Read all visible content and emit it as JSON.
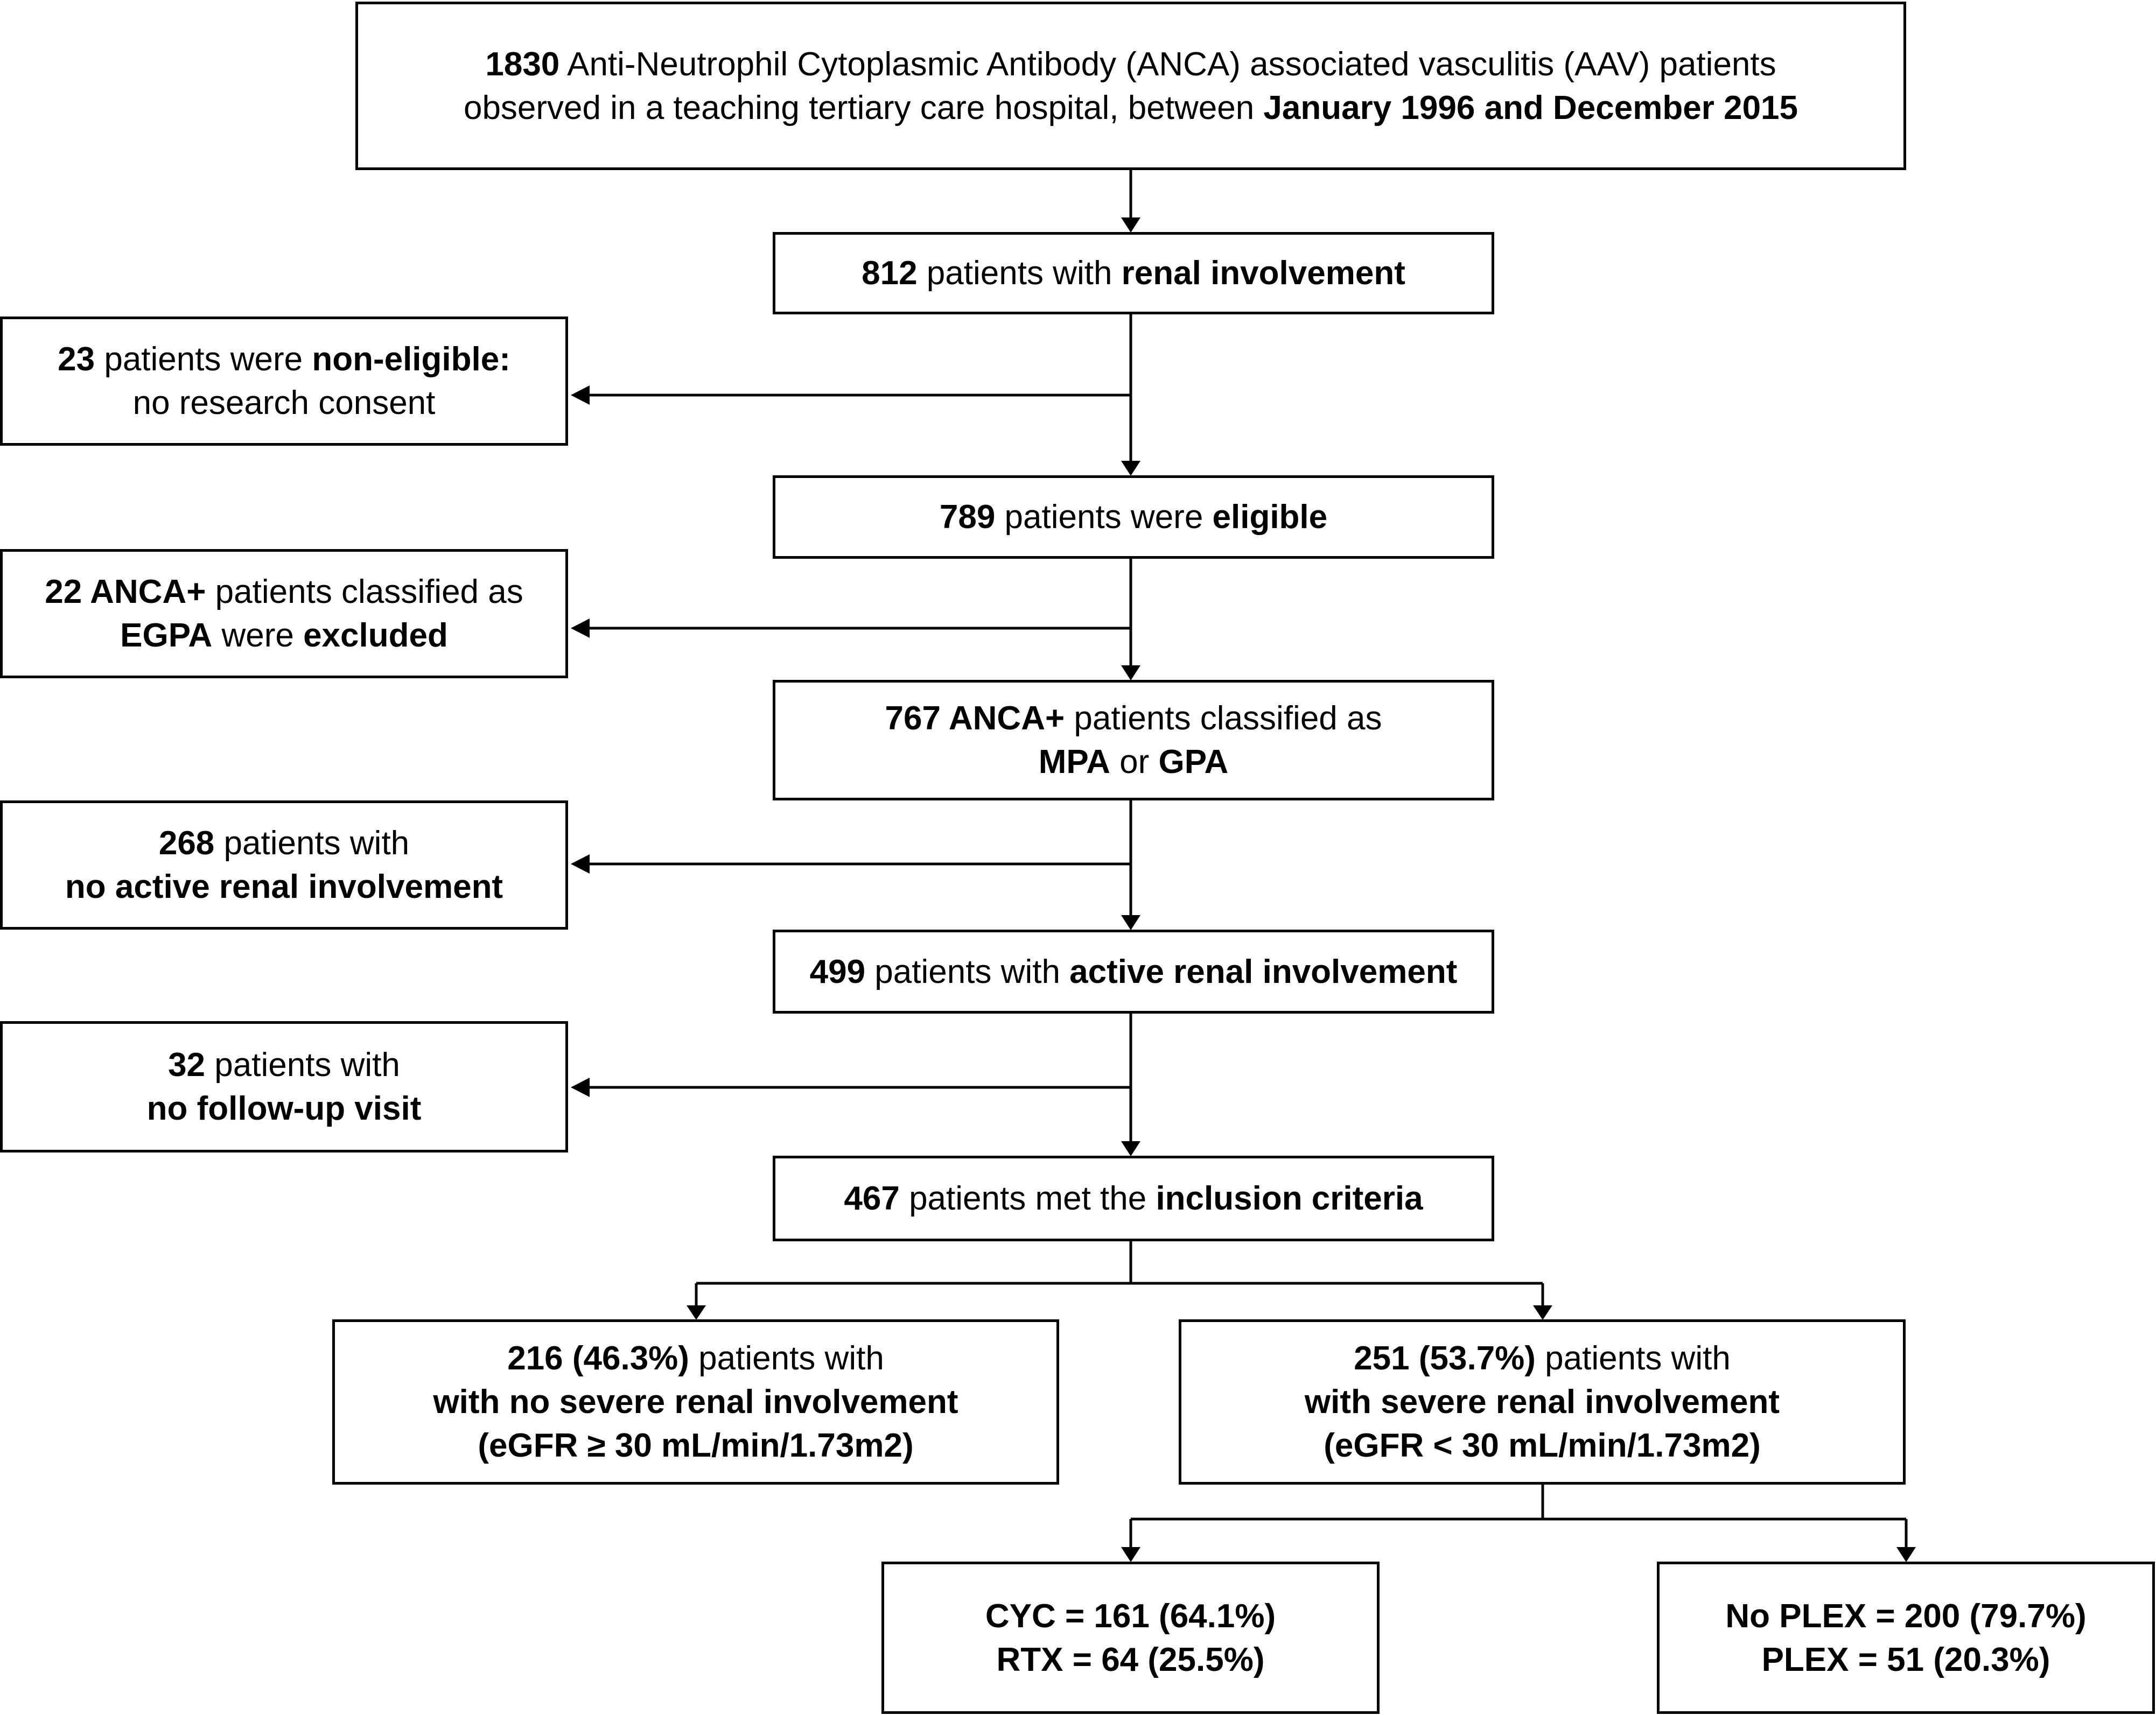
{
  "flowchart": {
    "top": {
      "lines": [
        [
          {
            "text": "1830",
            "bold": true
          },
          {
            "text": " Anti-Neutrophil Cytoplasmic Antibody (ANCA) associated vasculitis (AAV) patients",
            "bold": false
          }
        ],
        [
          {
            "text": "observed in a teaching tertiary care hospital, between ",
            "bold": false
          },
          {
            "text": "January 1996 and December 2015",
            "bold": true
          }
        ]
      ]
    },
    "renal": {
      "lines": [
        [
          {
            "text": "812",
            "bold": true
          },
          {
            "text": " patients with ",
            "bold": false
          },
          {
            "text": "renal involvement",
            "bold": true
          }
        ]
      ]
    },
    "non_eligible": {
      "lines": [
        [
          {
            "text": "23",
            "bold": true
          },
          {
            "text": " patients were ",
            "bold": false
          },
          {
            "text": "non-eligible:",
            "bold": true
          }
        ],
        [
          {
            "text": "no research consent",
            "bold": false
          }
        ]
      ]
    },
    "eligible": {
      "lines": [
        [
          {
            "text": "789",
            "bold": true
          },
          {
            "text": " patients were ",
            "bold": false
          },
          {
            "text": "eligible",
            "bold": true
          }
        ]
      ]
    },
    "egpa": {
      "lines": [
        [
          {
            "text": "22 ANCA+",
            "bold": true
          },
          {
            "text": " patients classified as",
            "bold": false
          }
        ],
        [
          {
            "text": "EGPA",
            "bold": true
          },
          {
            "text": " were ",
            "bold": false
          },
          {
            "text": "excluded",
            "bold": true
          }
        ]
      ]
    },
    "mpa_gpa": {
      "lines": [
        [
          {
            "text": "767 ANCA+",
            "bold": true
          },
          {
            "text": " patients classified as",
            "bold": false
          }
        ],
        [
          {
            "text": "MPA",
            "bold": true
          },
          {
            "text": " or ",
            "bold": false
          },
          {
            "text": "GPA",
            "bold": true
          }
        ]
      ]
    },
    "no_active": {
      "lines": [
        [
          {
            "text": "268",
            "bold": true
          },
          {
            "text": " patients with",
            "bold": false
          }
        ],
        [
          {
            "text": "no active renal involvement",
            "bold": true
          }
        ]
      ]
    },
    "active": {
      "lines": [
        [
          {
            "text": "499",
            "bold": true
          },
          {
            "text": " patients with ",
            "bold": false
          },
          {
            "text": "active renal involvement",
            "bold": true
          }
        ]
      ]
    },
    "no_followup": {
      "lines": [
        [
          {
            "text": "32",
            "bold": true
          },
          {
            "text": " patients with",
            "bold": false
          }
        ],
        [
          {
            "text": "no follow-up visit",
            "bold": true
          }
        ]
      ]
    },
    "inclusion": {
      "lines": [
        [
          {
            "text": "467",
            "bold": true
          },
          {
            "text": " patients met the ",
            "bold": false
          },
          {
            "text": "inclusion criteria",
            "bold": true
          }
        ]
      ]
    },
    "no_severe": {
      "lines": [
        [
          {
            "text": "216 (46.3%)",
            "bold": true
          },
          {
            "text": " patients with",
            "bold": false
          }
        ],
        [
          {
            "text": "with no severe renal involvement",
            "bold": true
          }
        ],
        [
          {
            "text": "(eGFR ≥ 30 mL/min/1.73m2)",
            "bold": true
          }
        ]
      ]
    },
    "severe": {
      "lines": [
        [
          {
            "text": "251 (53.7%)",
            "bold": true
          },
          {
            "text": " patients with",
            "bold": false
          }
        ],
        [
          {
            "text": "with severe renal involvement",
            "bold": true
          }
        ],
        [
          {
            "text": "(eGFR < 30 mL/min/1.73m2)",
            "bold": true
          }
        ]
      ]
    },
    "cyc_rtx": {
      "lines": [
        [
          {
            "text": "CYC = 161 (64.1%)",
            "bold": true
          }
        ],
        [
          {
            "text": "RTX = 64 (25.5%)",
            "bold": true
          }
        ]
      ]
    },
    "plex": {
      "lines": [
        [
          {
            "text": "No PLEX = 200 (79.7%)",
            "bold": true
          }
        ],
        [
          {
            "text": "PLEX = 51 (20.3%)",
            "bold": true
          }
        ]
      ]
    }
  }
}
